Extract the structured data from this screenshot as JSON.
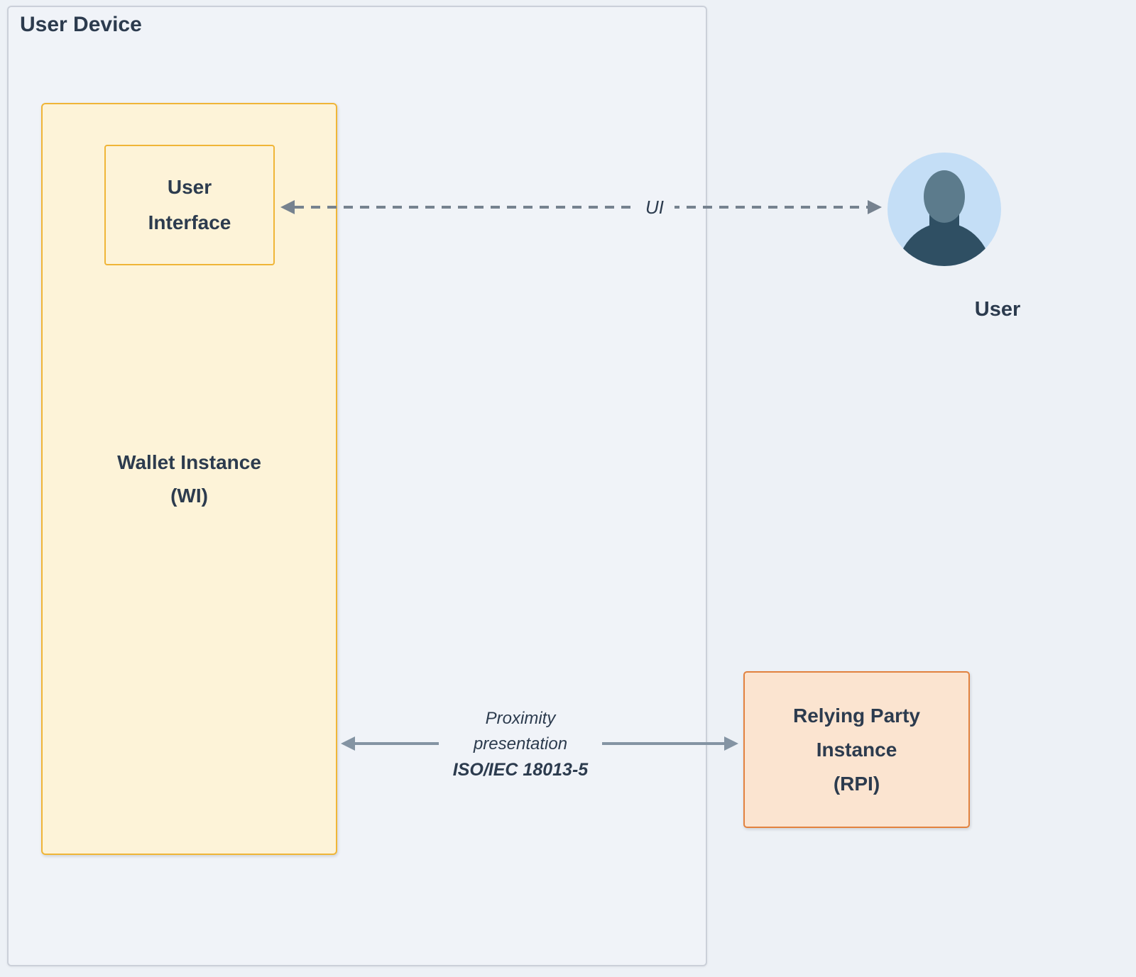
{
  "diagram": {
    "user_device": {
      "label": "User Device"
    },
    "wallet_instance": {
      "lines": [
        "Wallet Instance",
        "(WI)"
      ]
    },
    "user_interface": {
      "lines": [
        "User",
        "Interface"
      ]
    },
    "user": {
      "label": "User"
    },
    "relying_party": {
      "lines": [
        "Relying Party",
        "Instance",
        "(RPI)"
      ]
    },
    "connectors": {
      "ui_link": {
        "label": "UI",
        "style": "dashed"
      },
      "proximity_link": {
        "lines": [
          "Proximity",
          "presentation",
          "ISO/IEC 18013-5"
        ],
        "style": "solid"
      }
    },
    "colors": {
      "page_bg": "#edf1f6",
      "device_fill": "#f0f3f8",
      "device_border": "#cbd0d9",
      "wallet_fill": "#fdf3d8",
      "wallet_border": "#f0b537",
      "rpi_fill": "#fbe4d0",
      "rpi_border": "#e2823f",
      "text_dark": "#2c3b4e",
      "arrow_solid": "#8494a3",
      "arrow_dashed": "#76828f",
      "avatar_circle": "#c4def6",
      "avatar_head": "#5c7b8c",
      "avatar_body": "#2f4f63"
    }
  }
}
